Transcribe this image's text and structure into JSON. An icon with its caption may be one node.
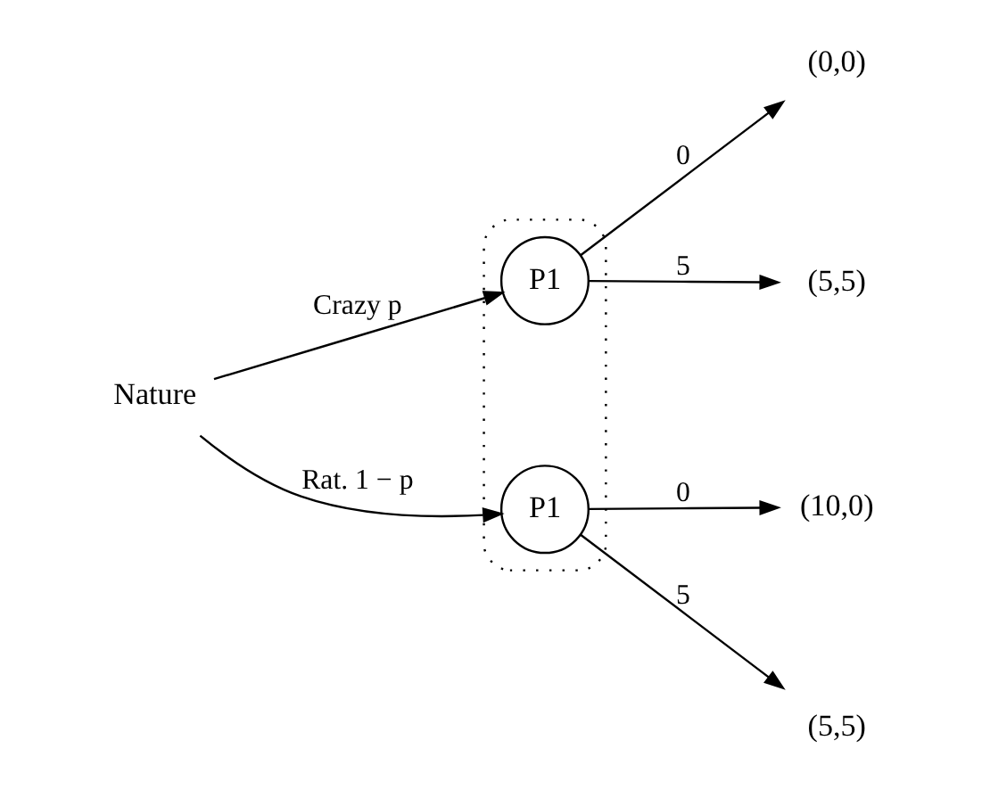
{
  "diagram": {
    "nodes": [
      {
        "text": [
          "Nature"
        ]
      },
      {
        "text": [],
        "shape": "ellipse"
      },
      {
        "text": [
          "P1"
        ],
        "in": 1
      },
      {
        "text": [
          "P1"
        ],
        "in": 1
      },
      {
        "text": [
          "(0,0)"
        ]
      },
      {
        "text": [
          "(5,5)"
        ]
      },
      {
        "text": [
          "(10,0)"
        ]
      },
      {
        "text": [
          "(5,5)"
        ]
      }
    ],
    "edges": [
      {
        "from": 0,
        "to": 2,
        "arrow": "to",
        "label": "Crazy p"
      },
      {
        "from": 0,
        "to": 3,
        "arrow": "to",
        "label": "Rat. 1 − p"
      },
      {
        "from": 2,
        "to": 4,
        "arrow": "to",
        "label": "0"
      },
      {
        "from": 2,
        "to": 5,
        "arrow": "to",
        "label": "5"
      },
      {
        "from": 3,
        "to": 6,
        "arrow": "to",
        "label": "0"
      },
      {
        "from": 3,
        "to": 7,
        "arrow": "to",
        "label": "5"
      }
    ]
  }
}
